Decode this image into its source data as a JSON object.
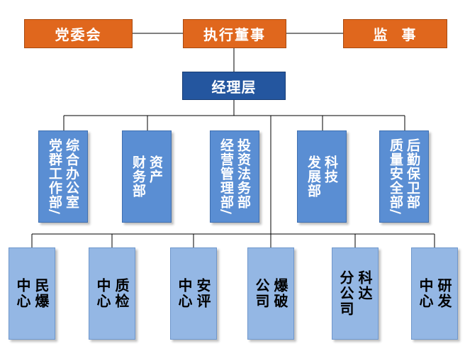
{
  "top_row": {
    "left": "党委会",
    "center": "执行董事",
    "right": "监  事"
  },
  "manager": "经理层",
  "departments": [
    {
      "label": "综合办公室\n党群工作部/"
    },
    {
      "label": "资产\n财务部"
    },
    {
      "label": "投资法务部\n经营管理部/"
    },
    {
      "label": "科技\n发展部"
    },
    {
      "label": "后勤保卫部\n质量安全部/"
    }
  ],
  "units": [
    {
      "label": "民爆\n中心"
    },
    {
      "label": "质检\n中心"
    },
    {
      "label": "安评\n中心"
    },
    {
      "label": "爆破\n公司"
    },
    {
      "label": "科达\n分公司"
    },
    {
      "label": "研发\n中心"
    }
  ],
  "colors": {
    "top_row": "#e0671d",
    "manager": "#24569f",
    "departments": "#5a8ed3",
    "units": "#94b7e4",
    "connector": "#000000"
  }
}
